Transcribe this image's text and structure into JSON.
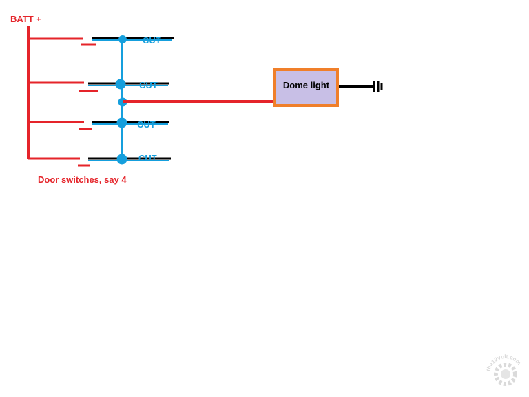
{
  "diagram": {
    "batt_label": "BATT +",
    "cut_labels": [
      "CUT",
      "CUT",
      "CUT",
      "CUT"
    ],
    "dome_label": "Dome light",
    "door_switches_label": "Door switches, say 4",
    "watermark_text": "the12volt.com"
  },
  "colors": {
    "red": "#e5242a",
    "blue": "#159fdd",
    "black": "#000000",
    "orange": "#f07f2a",
    "dome_fill": "#c8bfe6",
    "watermark": "#d6d6d6"
  }
}
